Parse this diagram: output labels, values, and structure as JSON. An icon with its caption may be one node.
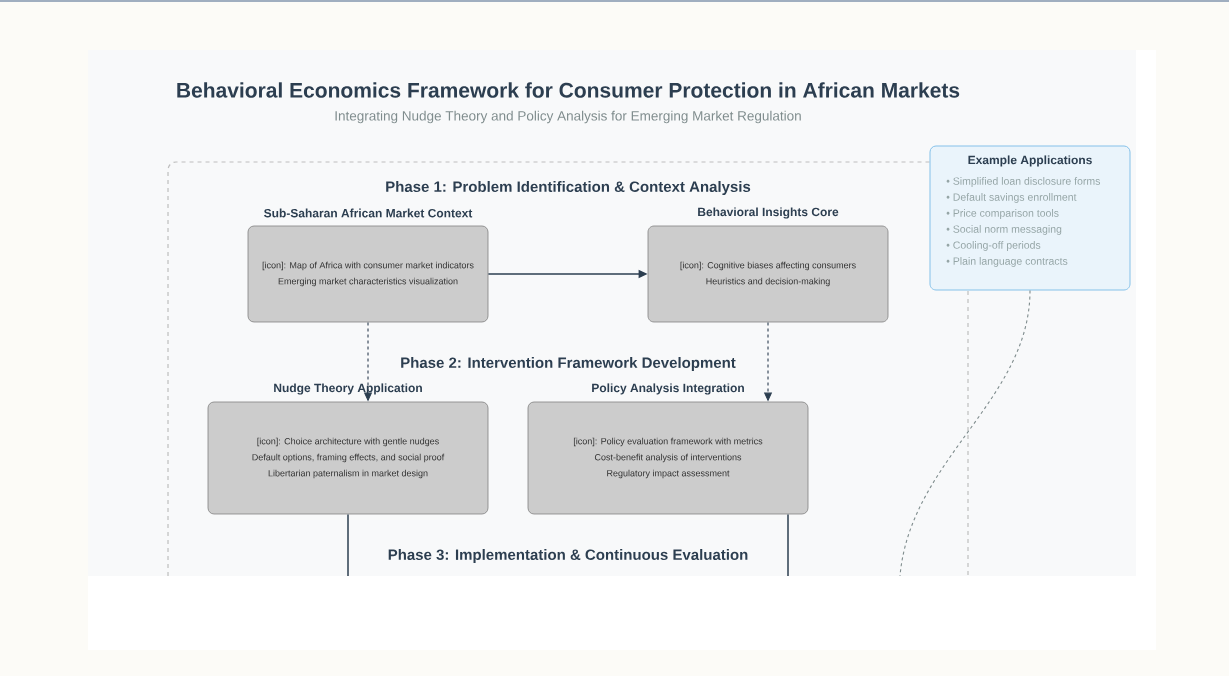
{
  "diagram": {
    "title": "Behavioral Economics Framework for Consumer Protection in African Markets",
    "caption": "Integrating Nudge Theory and Policy Analysis for Emerging Market Regulation",
    "nodes": [
      {
        "text": [
          "Sub-Saharan African Market Context",
          "[icon]: Map of Africa with consumer market indicators",
          "Emerging market characteristics visualization"
        ]
      },
      {
        "text": [
          "Behavioral Insights Core",
          "[icon]: Cognitive biases affecting consumers",
          "Heuristics and decision-making"
        ]
      },
      {
        "text": [
          "Nudge Theory Application",
          "[icon]: Choice architecture with gentle nudges",
          "Default options, framing effects, and social proof",
          "Libertarian paternalism in market design"
        ]
      },
      {
        "text": [
          "Policy Analysis Integration",
          "[icon]: Policy evaluation framework with metrics",
          "Cost-benefit analysis of interventions",
          "Regulatory impact assessment"
        ]
      },
      {
        "text": [
          "Example Applications",
          "• Simplified loan disclosure forms",
          "• Default savings enrollment",
          "• Price comparison tools",
          "• Social norm messaging",
          "• Cooling-off periods",
          "• Plain language contracts"
        ]
      }
    ],
    "edges": [
      {
        "from": 0,
        "to": 1,
        "arrow": "to"
      },
      {
        "from": 0,
        "to": 2,
        "arrow": "to",
        "style": "dashed"
      },
      {
        "from": 1,
        "to": 3,
        "arrow": "to",
        "style": "dashed"
      },
      {
        "from": 2,
        "to": null,
        "arrow": "none"
      },
      {
        "from": 3,
        "to": null,
        "arrow": "none"
      },
      {
        "from": 4,
        "to": null,
        "arrow": "none",
        "style": "dashed",
        "color": "#7f8c8d"
      }
    ],
    "labels": [
      "Phase 1: Problem Identification & Context Analysis",
      "Phase 2: Intervention Framework Development",
      "Phase 3: Implementation & Continuous Evaluation"
    ]
  }
}
